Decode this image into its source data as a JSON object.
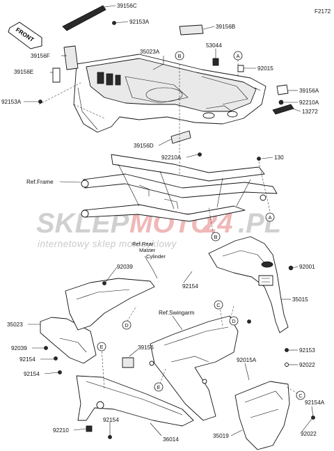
{
  "figure_code": "F2172",
  "front_label": "FRONT",
  "watermark": {
    "brand_part1": "SKLEP",
    "brand_part2": "MOTO",
    "brand_part3": "24",
    "brand_part4": ".PL",
    "tagline": "internetowy sklep motocyklowy"
  },
  "part_labels": {
    "p39156c": "39156C",
    "p92153a_top": "92153A",
    "p39156b": "39156B",
    "p35023a": "35023A",
    "p53044": "53044",
    "p39156f": "39156F",
    "p39156e": "39156E",
    "p92015": "92015",
    "p92153a_left": "92153A",
    "p39156a": "39156A",
    "p92210a_right": "92210A",
    "p13272": "13272",
    "p39156d": "39156D",
    "p92210a_mid": "92210A",
    "p130": "130",
    "ref_frame": "Ref.Frame",
    "ref_rmc_1": "Ref.Rear",
    "ref_rmc_2": "Master",
    "ref_rmc_3": "Cylinder",
    "p92001": "92001",
    "p92039_top": "92039",
    "p92154_mid": "92154",
    "p35015": "35015",
    "ref_swingarm": "Ref.Swingarm",
    "p35023": "35023",
    "p92039_left": "92039",
    "p39156": "39156",
    "p92154_l1": "92154",
    "p92154_l2": "92154",
    "p92153": "92153",
    "p92015a": "92015A",
    "p92022_top": "92022",
    "p92154a": "92154A",
    "p92210": "92210",
    "p92154_bottom": "92154",
    "p36014": "36014",
    "p35019": "35019",
    "p92022_bottom": "92022"
  },
  "ref_markers": {
    "a": "A",
    "b": "B",
    "c": "C",
    "d": "D",
    "e": "E"
  }
}
